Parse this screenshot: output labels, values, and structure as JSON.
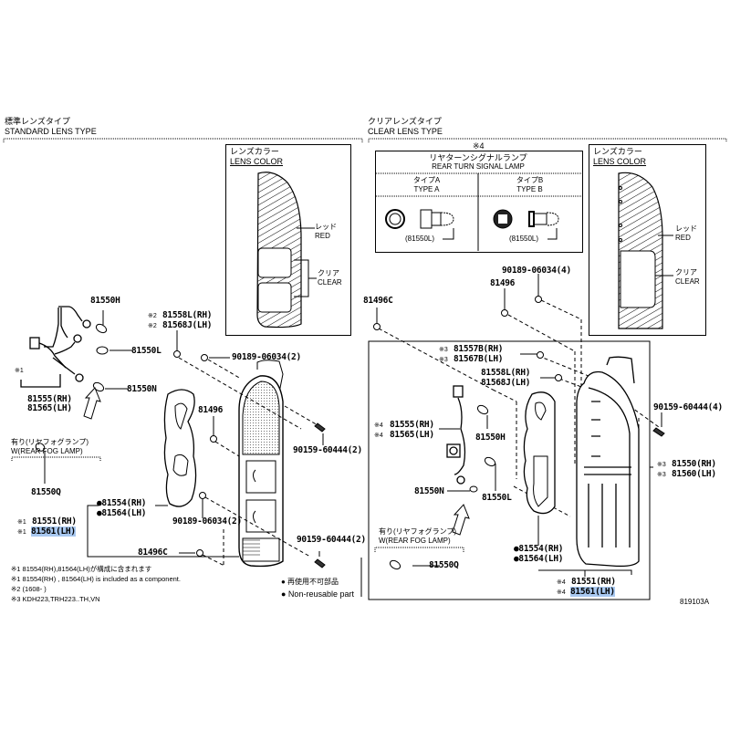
{
  "left_section": {
    "title_jp": "標準レンズタイプ",
    "title_en": "STANDARD LENS TYPE",
    "lens_color": {
      "title_jp": "レンズカラー",
      "title_en": "LENS COLOR",
      "red_jp": "レッド",
      "red_en": "RED",
      "clear_jp": "クリア",
      "clear_en": "CLEAR"
    },
    "parts": {
      "p81550H": "81550H",
      "p81550L": "81550L",
      "p81550N": "81550N",
      "mark1": "※1",
      "socket_rh": "81555(RH)",
      "socket_lh": "81565(LH)",
      "mark2a": "※2",
      "mark2b": "※2",
      "p81558L": "81558L(RH)",
      "p81568J": "81568J(LH)",
      "screw_top": "90189-06034(2)",
      "p81496": "81496",
      "screw_right": "90159-60444(2)",
      "fog_jp": "有り(リヤフォグランプ)",
      "fog_en": "W(REAR FOG LAMP)",
      "p81550Q": "81550Q",
      "gasket_rh": "●81554(RH)",
      "gasket_lh": "●81564(LH)",
      "mark1a": "※1",
      "mark1b": "※1",
      "lamp_rh": "81551(RH)",
      "lamp_lh": "81561(LH)",
      "screw_bottom": "90189-06034(2)",
      "screw_bottom_right": "90159-60444(2)",
      "p81496C": "81496C"
    },
    "notes": [
      "※1 81554(RH),81564(LH)が構成に含まれます",
      "※1 81554(RH) , 81564(LH) is included as a component.",
      "※2 (1608-        )",
      "※3 KDH223,TRH223..TH,VN"
    ],
    "legend_jp": "● 再使用不可部品",
    "legend_en": "● Non-reusable part"
  },
  "right_section": {
    "title_jp": "クリアレンズタイプ",
    "title_en": "CLEAR LENS TYPE",
    "mark4": "※4",
    "turn_signal": {
      "title_jp": "リヤターンシグナルランプ",
      "title_en": "REAR TURN SIGNAL LAMP",
      "type_a_jp": "タイプA",
      "type_a_en": "TYPE A",
      "type_b_jp": "タイプB",
      "type_b_en": "TYPE B",
      "bulb_a": "(81550L)",
      "bulb_b": "(81550L)"
    },
    "lens_color": {
      "title_jp": "レンズカラー",
      "title_en": "LENS COLOR",
      "red_jp": "レッド",
      "red_en": "RED",
      "clear_jp": "クリア",
      "clear_en": "CLEAR"
    },
    "parts": {
      "screw_top": "90189-06034(4)",
      "p81496": "81496",
      "p81496C": "81496C",
      "mark3a": "※3",
      "mark3b": "※3",
      "p81557B": "81557B(RH)",
      "p81567B": "81567B(LH)",
      "p81558L": "81558L(RH)",
      "p81568J": "81568J(LH)",
      "mark4a": "※4",
      "mark4b": "※4",
      "socket_rh": "81555(RH)",
      "socket_lh": "81565(LH)",
      "p81550H": "81550H",
      "p81550N": "81550N",
      "p81550L": "81550L",
      "screw_right": "90159-60444(4)",
      "mark3c": "※3",
      "mark3d": "※3",
      "lens_rh": "81550(RH)",
      "lens_lh": "81560(LH)",
      "fog_jp": "有り(リヤフォグランプ)",
      "fog_en": "W(REAR FOG LAMP)",
      "p81550Q": "81550Q",
      "gasket_rh": "●81554(RH)",
      "gasket_lh": "●81564(LH)",
      "mark4c": "※4",
      "mark4d": "※4",
      "lamp_rh": "81551(RH)",
      "lamp_lh": "81561(LH)"
    }
  },
  "figure_id": "819103A"
}
